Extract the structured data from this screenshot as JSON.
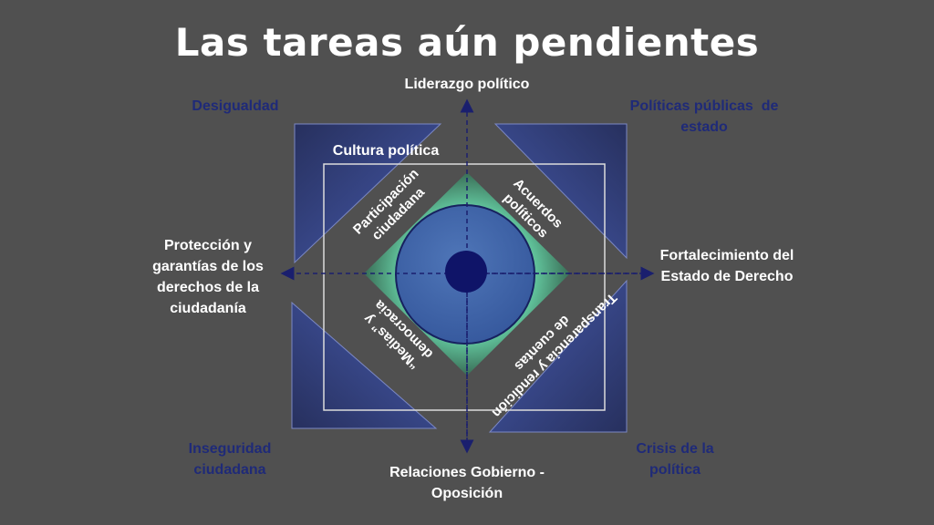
{
  "title": "Las tareas aún pendientes",
  "axis": {
    "top": "Liderazgo político",
    "bottom_line1": "Relaciones Gobierno -",
    "bottom_line2": "Oposición",
    "left_line1": "Protección y",
    "left_line2": "garantías de los",
    "left_line3": "derechos de la",
    "left_line4": "ciudadanía",
    "right_line1": "Fortalecimiento del",
    "right_line2": "Estado de Derecho"
  },
  "corners": {
    "top_left": "Desigualdad",
    "top_right_line1": "Políticas públicas  de",
    "top_right_line2": "estado",
    "bottom_left_line1": "Inseguridad",
    "bottom_left_line2": "ciudadana",
    "bottom_right_line1": "Crisis de la",
    "bottom_right_line2": "política"
  },
  "frame_label": "Cultura política",
  "diamond": {
    "upper_left_line1": "Participación",
    "upper_left_line2": "ciudadana",
    "upper_right_line1": "Acuerdos",
    "upper_right_line2": "políticos",
    "lower_left_line1": "“Medias” y",
    "lower_left_line2": "democracia",
    "lower_right_line1": "Transparencia y rendición",
    "lower_right_line2": "de cuentas"
  },
  "colors": {
    "background": "#505050",
    "corner_label": "#1f2a78",
    "triangle": "#3f4f96",
    "diamond_mint": "#7ee0bc",
    "circle": "#3e63a6",
    "center_dot": "#0f1468",
    "axis_line": "#1a1f6e"
  }
}
